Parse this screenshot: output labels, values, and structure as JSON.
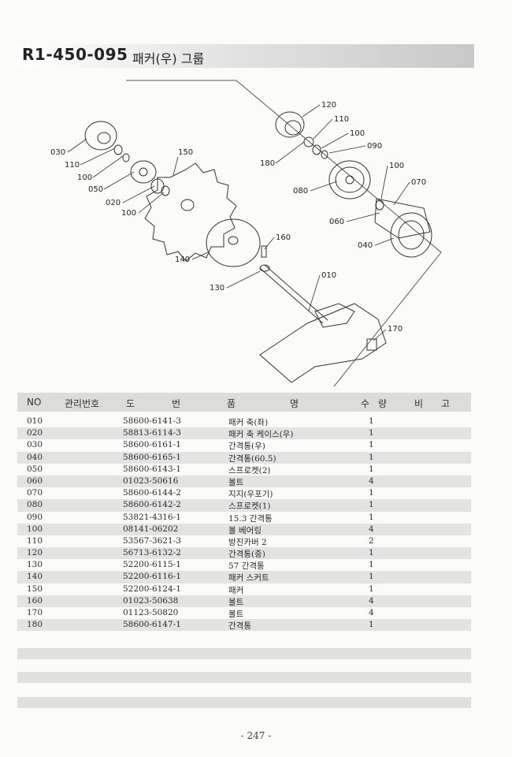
{
  "header": {
    "code": "R1-450-095",
    "name": "패커(우) 그룹"
  },
  "diagram": {
    "callouts": [
      "010",
      "020",
      "030",
      "040",
      "050",
      "060",
      "070",
      "080",
      "090",
      "100",
      "100",
      "100",
      "100",
      "110",
      "110",
      "120",
      "130",
      "140",
      "150",
      "160",
      "170",
      "180"
    ]
  },
  "table": {
    "headers": {
      "no": "NO",
      "mgmt": "관리번호",
      "dwg1": "도",
      "dwg2": "번",
      "name1": "품",
      "name2": "명",
      "qty1": "수",
      "qty2": "량",
      "note1": "비",
      "note2": "고"
    },
    "rows": [
      {
        "no": "010",
        "dwg": "58600-6141-3",
        "name": "패커 축(좌)",
        "qty": "1"
      },
      {
        "no": "020",
        "dwg": "58813-6114-3",
        "name": "패커 축 케이스(우)",
        "qty": "1"
      },
      {
        "no": "030",
        "dwg": "58600-6161-1",
        "name": "간격통(우)",
        "qty": "1"
      },
      {
        "no": "040",
        "dwg": "58600-6165-1",
        "name": "간격통(60.5)",
        "qty": "1"
      },
      {
        "no": "050",
        "dwg": "58600-6143-1",
        "name": "스프로켓(2)",
        "qty": "1"
      },
      {
        "no": "060",
        "dwg": "01023-50616",
        "name": "볼트",
        "qty": "4"
      },
      {
        "no": "070",
        "dwg": "58600-6144-2",
        "name": "지지(우포기)",
        "qty": "1"
      },
      {
        "no": "080",
        "dwg": "58600-6142-2",
        "name": "스프로켓(1)",
        "qty": "1"
      },
      {
        "no": "090",
        "dwg": "53821-4316-1",
        "name": "15.3 간격통",
        "qty": "1"
      },
      {
        "no": "100",
        "dwg": "08141-06202",
        "name": "볼 베어링",
        "qty": "4"
      },
      {
        "no": "110",
        "dwg": "53567-3621-3",
        "name": "방진카버 2",
        "qty": "2"
      },
      {
        "no": "120",
        "dwg": "56713-6132-2",
        "name": "간격통(중)",
        "qty": "1"
      },
      {
        "no": "130",
        "dwg": "52200-6115-1",
        "name": "57 간격통",
        "qty": "1"
      },
      {
        "no": "140",
        "dwg": "52200-6116-1",
        "name": "패커 스커트",
        "qty": "1"
      },
      {
        "no": "150",
        "dwg": "52200-6124-1",
        "name": "패커",
        "qty": "1"
      },
      {
        "no": "160",
        "dwg": "01023-50638",
        "name": "볼트",
        "qty": "4"
      },
      {
        "no": "170",
        "dwg": "01123-50820",
        "name": "볼트",
        "qty": "4"
      },
      {
        "no": "180",
        "dwg": "58600-6147-1",
        "name": "간격통",
        "qty": "1"
      }
    ]
  },
  "footer": {
    "page": "- 247 -"
  }
}
